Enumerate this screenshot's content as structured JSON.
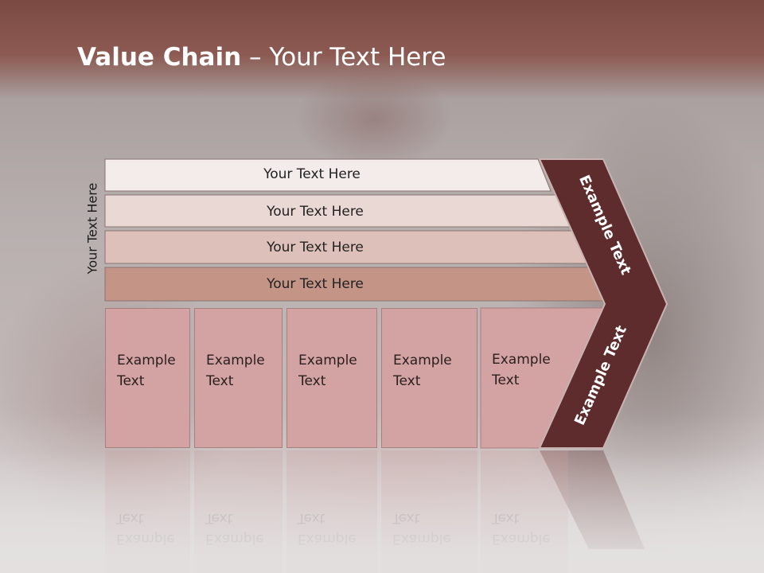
{
  "slide": {
    "title_bold": "Value Chain",
    "title_rest": " – Your Text Here",
    "side_label": "Your Text Here"
  },
  "bars": [
    {
      "label": "Your Text Here",
      "color": "#f3ecea"
    },
    {
      "label": "Your Text Here",
      "color": "#ead8d4"
    },
    {
      "label": "Your Text Here",
      "color": "#dec0ba"
    },
    {
      "label": "Your Text Here",
      "color": "#c49587"
    }
  ],
  "columns": [
    {
      "label": "Example Text"
    },
    {
      "label": "Example Text"
    },
    {
      "label": "Example Text"
    },
    {
      "label": "Example Text"
    },
    {
      "label": "Example Text"
    }
  ],
  "chevron": {
    "upper_label": "Example Text",
    "lower_label": "Example Text",
    "color": "#5e2c2c"
  },
  "colors": {
    "title_band": "#8c5a52",
    "column_fill": "#d3a2a2"
  }
}
